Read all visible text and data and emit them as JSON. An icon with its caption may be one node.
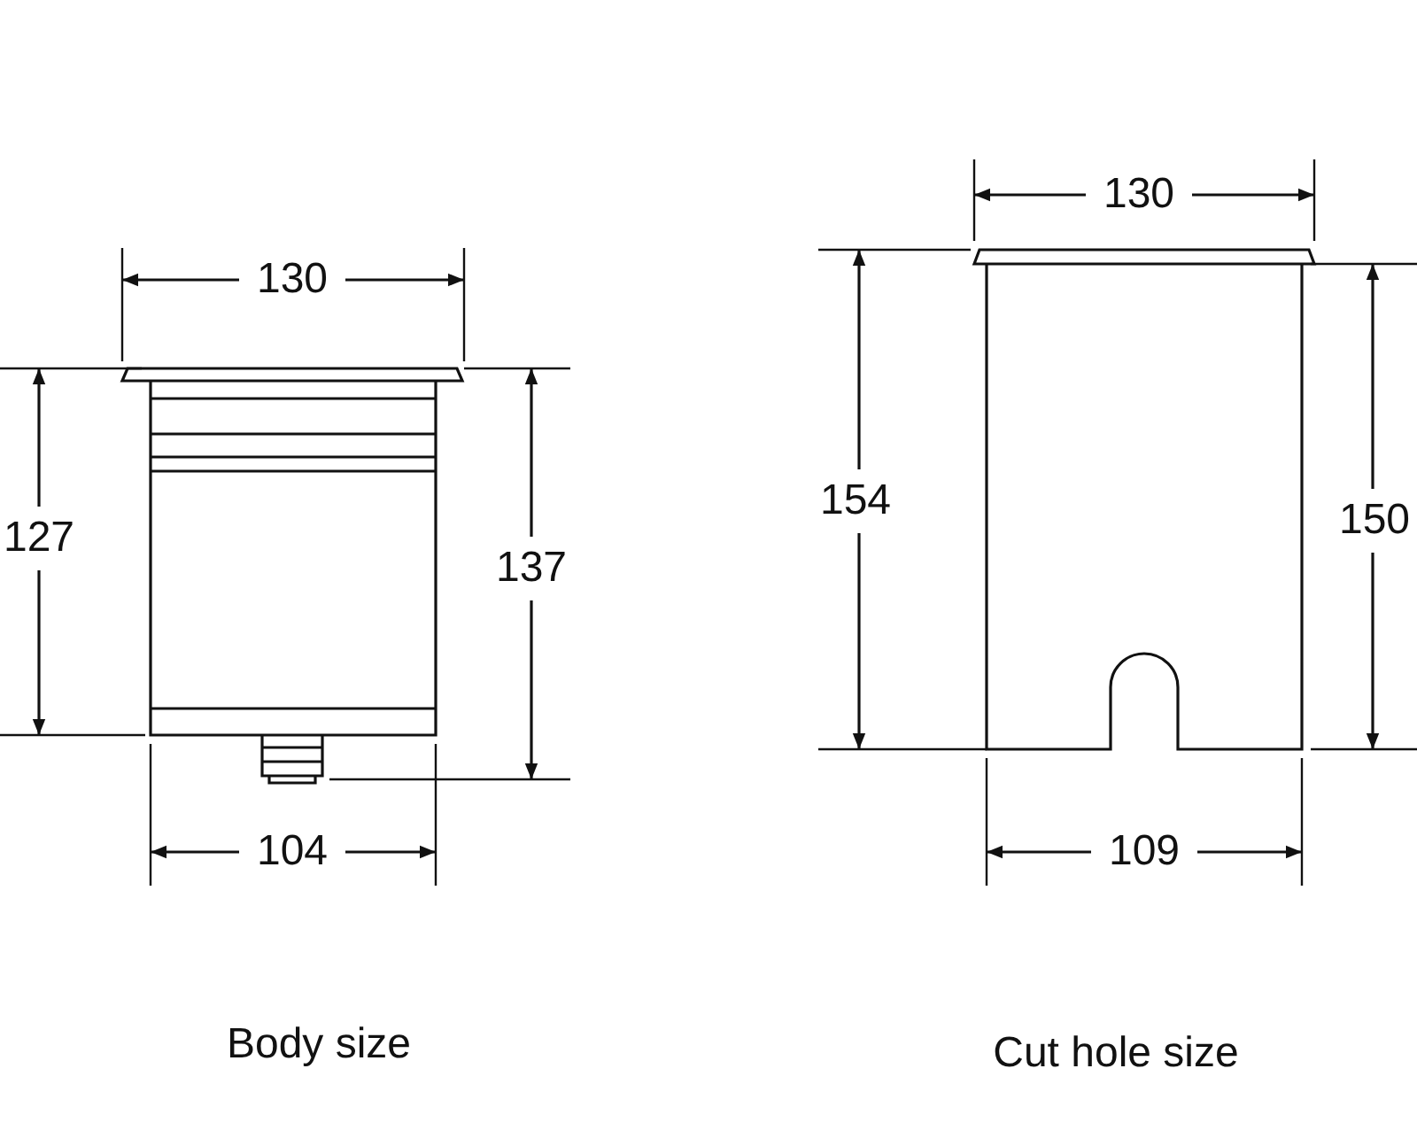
{
  "diagram": {
    "labels": [
      "130",
      "130",
      "154",
      "150",
      "127",
      "137",
      "104",
      "109",
      "Body size",
      "Cut hole size"
    ]
  }
}
